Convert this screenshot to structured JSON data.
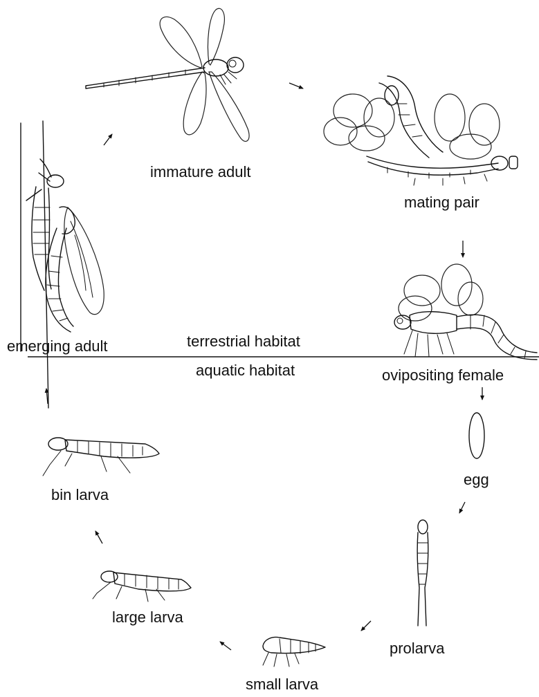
{
  "labels": {
    "immature_adult": "immature adult",
    "mating_pair": "mating pair",
    "ovipositing_female": "ovipositing female",
    "egg": "egg",
    "prolarva": "prolarva",
    "small_larva": "small larva",
    "large_larva": "large larva",
    "bin_larva": "bin larva",
    "emerging_adult": "emerging adult",
    "terrestrial_habitat": "terrestrial habitat",
    "aquatic_habitat": "aquatic habitat"
  }
}
